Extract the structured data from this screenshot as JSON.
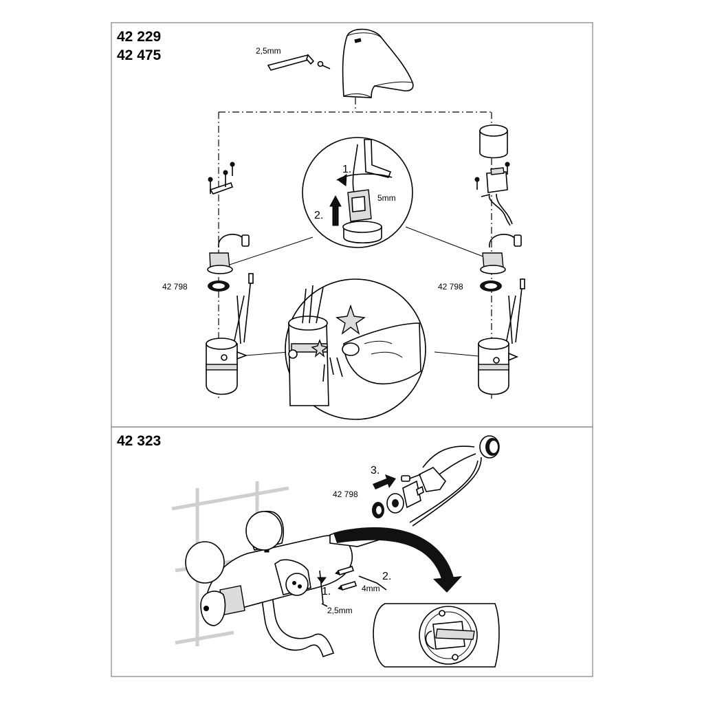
{
  "top_panel": {
    "models": [
      "42 229",
      "42 475"
    ],
    "hex_key_top": "2,5mm",
    "zoom_wrench": "5mm",
    "step1": "1.",
    "step2": "2.",
    "gasket_left": "42 798",
    "gasket_right": "42 798"
  },
  "bottom_panel": {
    "model": "42 323",
    "step3": "3.",
    "gasket": "42 798",
    "step1": "1.",
    "step2": "2.",
    "key_small": "2,5mm",
    "key_large": "4mm"
  },
  "colors": {
    "line": "#000000",
    "frame": "#999999",
    "shade": "#dcdcdc",
    "tile": "#cfcfcf"
  }
}
